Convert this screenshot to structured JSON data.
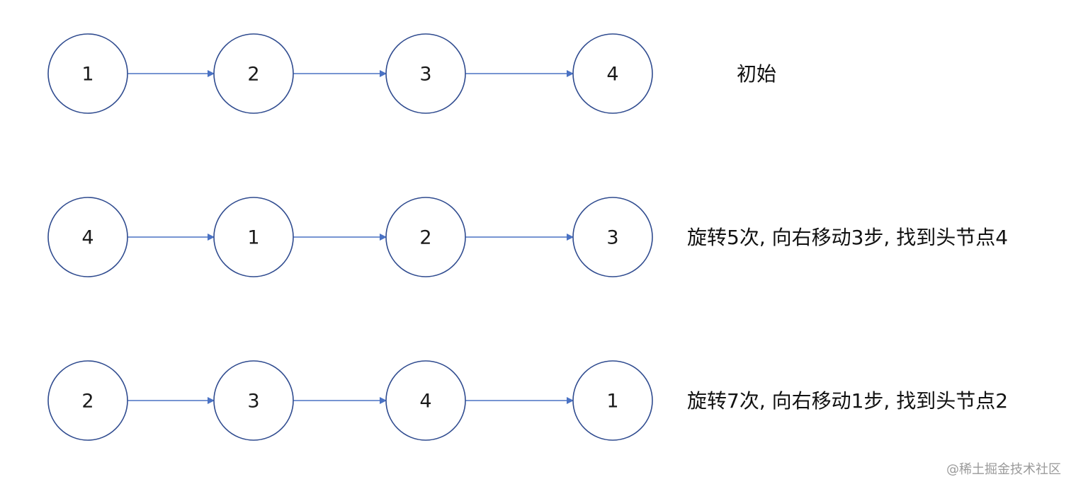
{
  "rows": [
    {
      "nodes": [
        "1",
        "2",
        "3",
        "4"
      ],
      "caption": "初始"
    },
    {
      "nodes": [
        "4",
        "1",
        "2",
        "3"
      ],
      "caption": "旋转5次, 向右移动3步, 找到头节点4"
    },
    {
      "nodes": [
        "2",
        "3",
        "4",
        "1"
      ],
      "caption": "旋转7次, 向右移动1步, 找到头节点2"
    }
  ],
  "watermark": "@稀土掘金技术社区",
  "colors": {
    "node_stroke": "#2f4b8f",
    "arrow": "#4a72c4",
    "text": "#111111"
  }
}
